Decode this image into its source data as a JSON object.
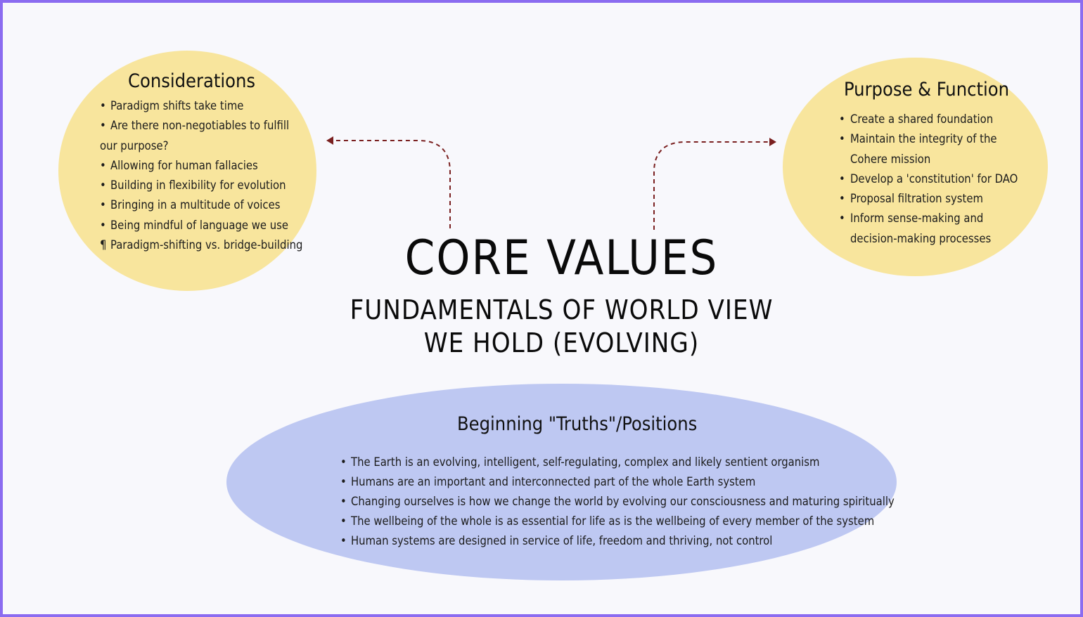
{
  "core": {
    "title": "CORE VALUES",
    "subtitle_line1": "FUNDAMENTALS OF WORLD VIEW",
    "subtitle_line2": "WE HOLD (EVOLVING)"
  },
  "considerations": {
    "title": "Considerations",
    "items": [
      "Paradigm shifts take time",
      "Are there non-negotiables to fulfill",
      "our purpose?",
      "Allowing for human fallacies",
      "Building in flexibility for evolution",
      "Bringing in a multitude of voices",
      "Being mindful of language we use",
      "Paradigm-shifting vs. bridge-building"
    ],
    "last_bullet": "¶"
  },
  "purpose": {
    "title": "Purpose & Function",
    "items": [
      "Create a shared foundation",
      "Maintain the integrity of the",
      "Cohere mission",
      "Develop a 'constitution' for DAO",
      "Proposal filtration system",
      "Inform sense-making and",
      "decision-making processes"
    ]
  },
  "truths": {
    "title": "Beginning \"Truths\"/Positions",
    "items": [
      "The Earth is an evolving, intelligent, self-regulating, complex and likely sentient organism",
      "Humans are an important and interconnected part of the whole Earth system",
      "Changing ourselves is how we change the world by evolving our consciousness and maturing spiritually",
      "The wellbeing of the whole is as essential for life as is the wellbeing of every member of the system",
      "Human systems are designed in service of life, freedom and thriving, not control"
    ]
  },
  "colors": {
    "frame_border": "#8b6cf0",
    "yellow_bubble": "#f8e59d",
    "blue_bubble": "#bec8f2",
    "arrow": "#7a2020"
  }
}
